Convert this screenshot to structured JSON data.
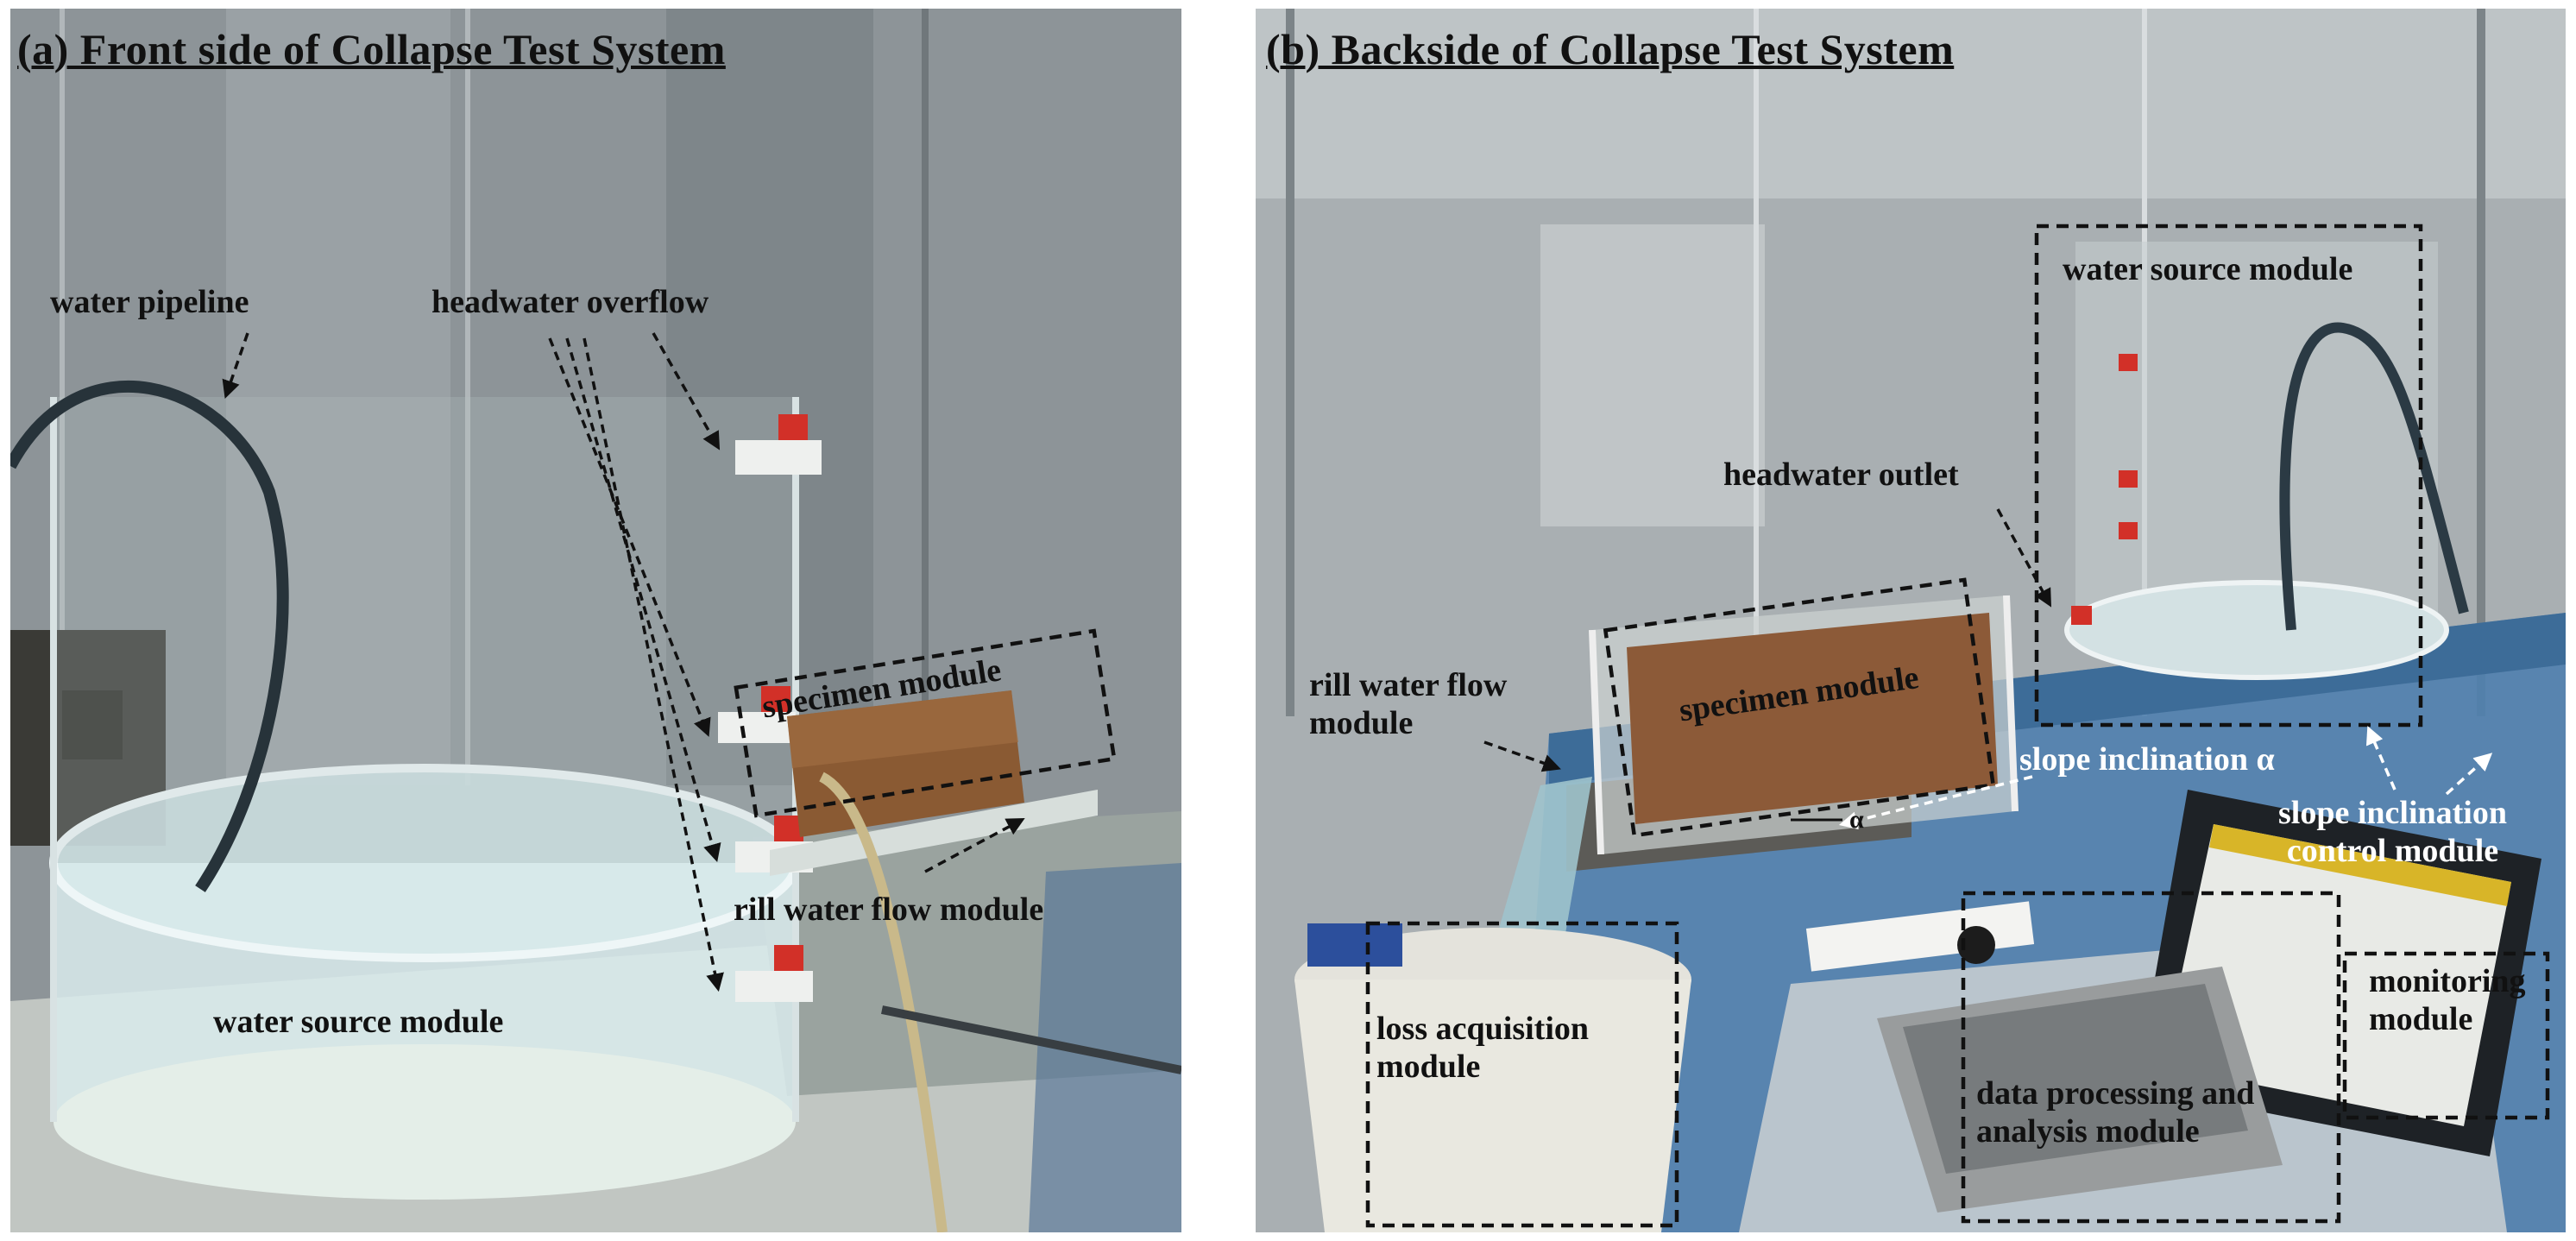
{
  "panels": [
    {
      "title": "(a) Front side of Collapse Test System",
      "labels": {
        "water_pipeline": "water pipeline",
        "headwater_overflow": "headwater overflow",
        "specimen_module": "specimen module",
        "rill_water_flow_module": "rill water flow module",
        "water_source_module": "water source module"
      }
    },
    {
      "title": "(b) Backside of Collapse Test System",
      "labels": {
        "water_source_module": "water source module",
        "headwater_outlet": "headwater outlet",
        "rill_water_flow_module_line1": "rill water flow",
        "rill_water_flow_module_line2": "module",
        "specimen_module": "specimen module",
        "slope_inclination": "slope inclination α",
        "alpha": "α",
        "slope_inclination_control_line1": "slope inclination",
        "slope_inclination_control_line2": "control module",
        "loss_acquisition_line1": "loss acquisition",
        "loss_acquisition_line2": "module",
        "data_processing_line1": "data processing and",
        "data_processing_line2": "analysis module",
        "monitoring_line1": "monitoring",
        "monitoring_line2": "module"
      }
    }
  ]
}
